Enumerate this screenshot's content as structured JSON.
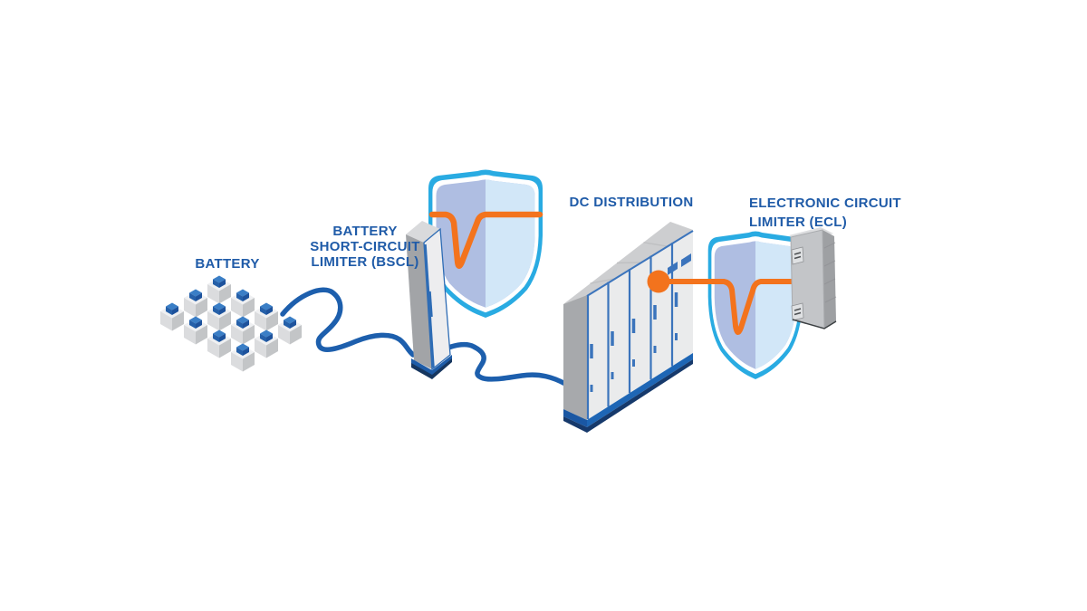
{
  "labels": {
    "battery": "BATTERY",
    "bscl_lines": [
      "BATTERY",
      "SHORT-CIRCUIT",
      "LIMITER (BSCL)"
    ],
    "dc": "DC DISTRIBUTION",
    "ecl_lines": [
      "ELECTRONIC CIRCUIT",
      "LIMITER (ECL)"
    ]
  },
  "colors": {
    "label_text": "#1F5BA8",
    "wire": "#1D5FAD",
    "shield_border": "#29ABE2",
    "shield_fill_left": "#AFBEE2",
    "shield_fill_right": "#D2E7F8",
    "current_curve": "#F3731D",
    "cabinet_trim": "#2E6CB5",
    "door_line": "#3B74BC",
    "cabinet_base_bright": "#1E66B5",
    "cabinet_base_navy": "#16396B",
    "metal_light": "#EAEBEC",
    "metal_mid": "#C6C8CA",
    "metal_dark": "#A2A4A7",
    "battery_cube_top": "#EFF0F2",
    "battery_cube_left": "#DBDCDE",
    "battery_cube_right": "#C3C5C7",
    "battery_cap_top": "#3A7EC6",
    "battery_cap_left": "#2560A9",
    "battery_cap_right": "#1D529C"
  },
  "battery_pack": {
    "rows": 3,
    "cols": 4
  }
}
